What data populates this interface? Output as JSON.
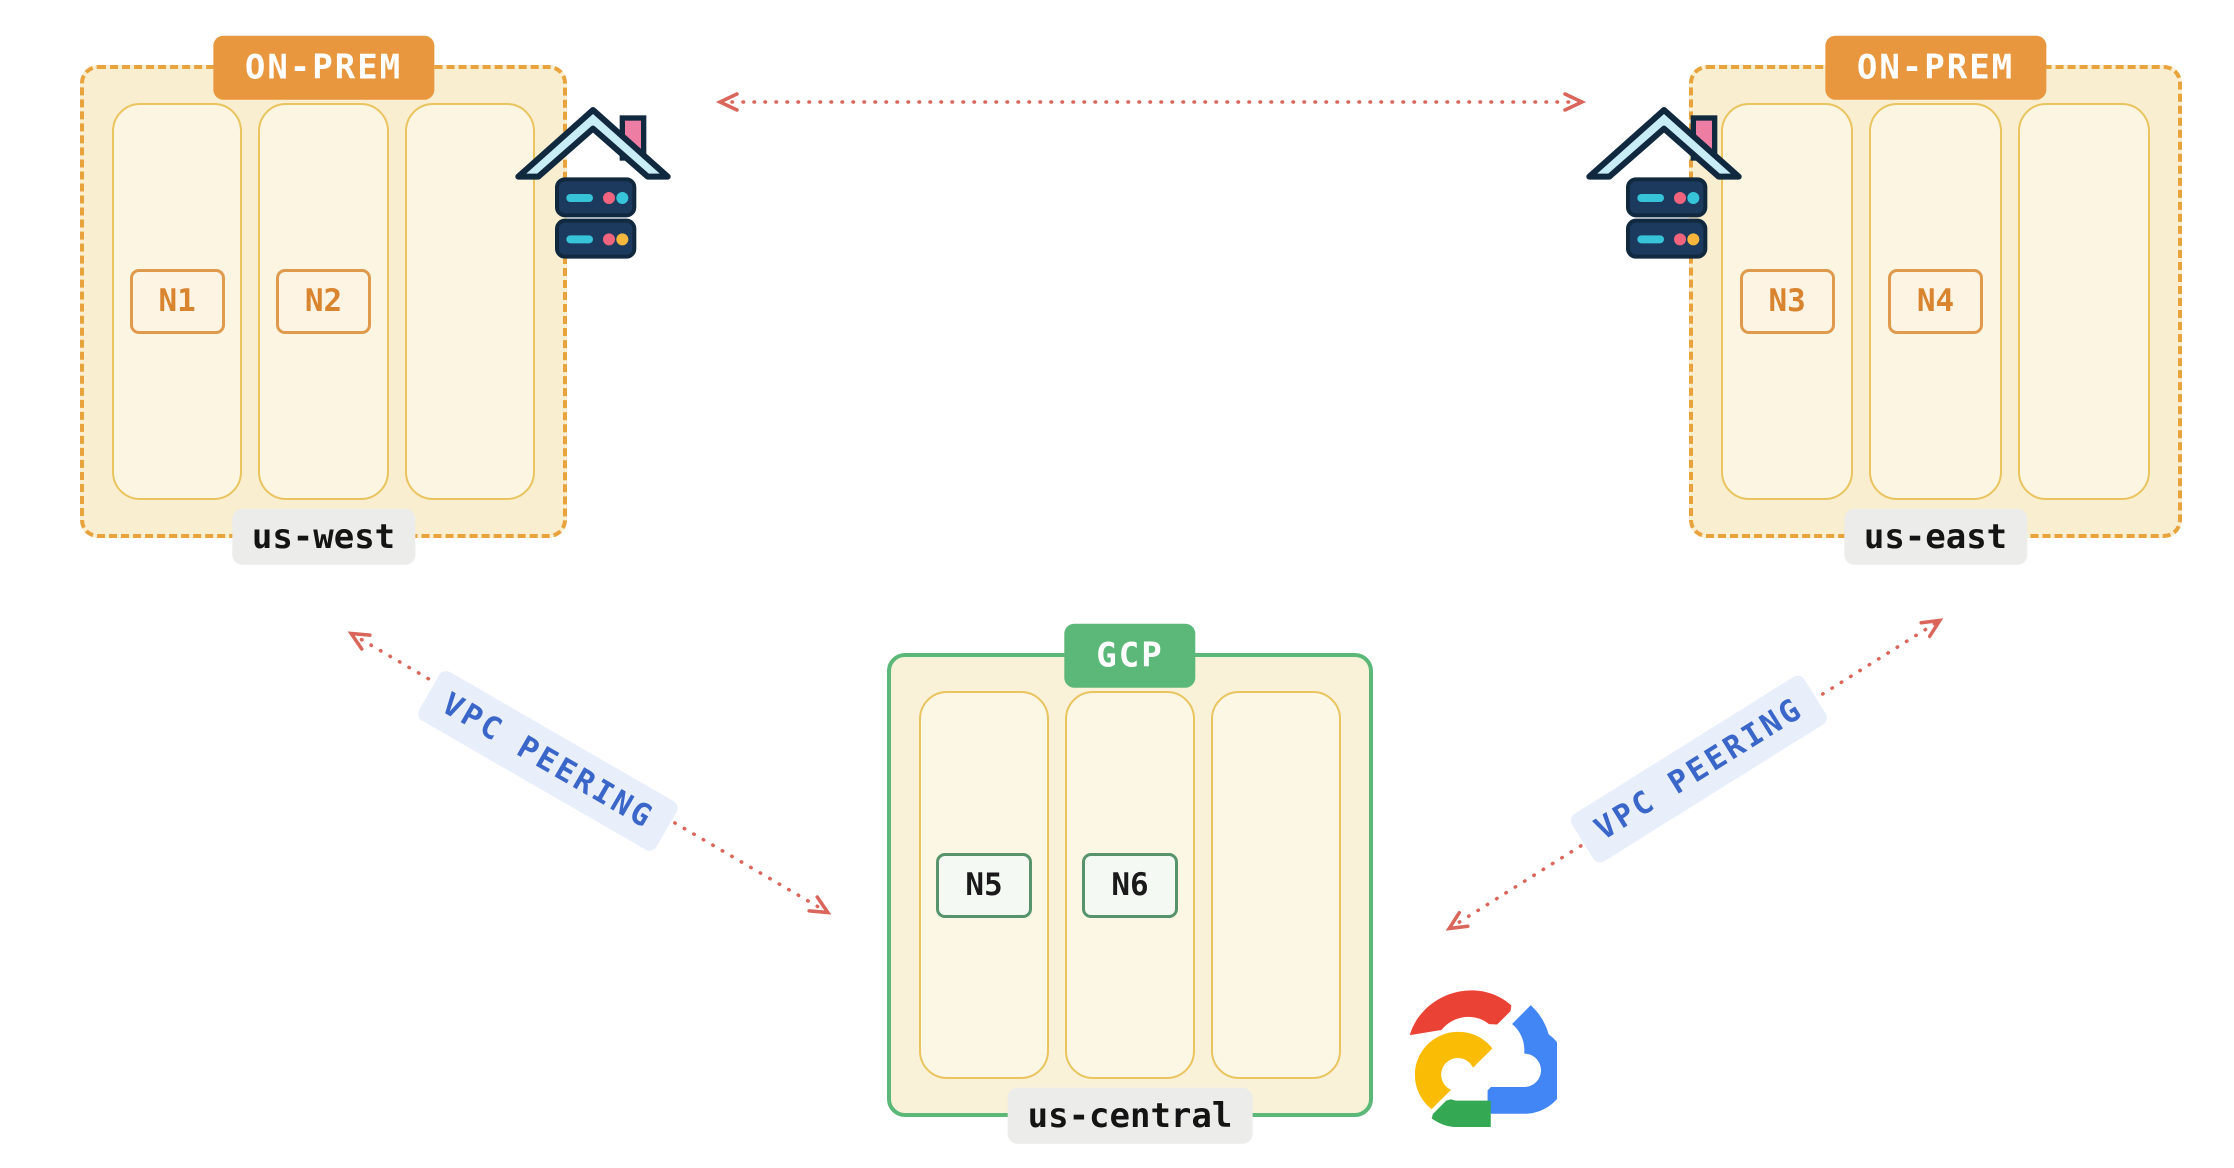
{
  "regions": [
    {
      "provider": "ON-PREM",
      "label": "us-west",
      "nodes": [
        "N1",
        "N2"
      ],
      "icon": "house-datacenter-icon"
    },
    {
      "provider": "ON-PREM",
      "label": "us-east",
      "nodes": [
        "N3",
        "N4"
      ],
      "icon": "house-datacenter-icon"
    },
    {
      "provider": "GCP",
      "label": "us-central",
      "nodes": [
        "N5",
        "N6"
      ],
      "icon": "google-cloud-logo-icon"
    }
  ],
  "links": [
    {
      "from": "us-west",
      "to": "us-east",
      "label": ""
    },
    {
      "from": "us-west",
      "to": "us-central",
      "label": "VPC PEERING"
    },
    {
      "from": "us-central",
      "to": "us-east",
      "label": "VPC PEERING"
    }
  ],
  "colors": {
    "onprem_accent": "#E8973F",
    "onprem_border": "#E8A33D",
    "region_fill": "#F9EECF",
    "column_border": "#E9C45F",
    "gcp_accent": "#5CB878",
    "arrow": "#D9655B",
    "peering_text": "#3A66C9",
    "peering_bg": "#E8EEFA",
    "label_pill_bg": "#ECECEA"
  }
}
